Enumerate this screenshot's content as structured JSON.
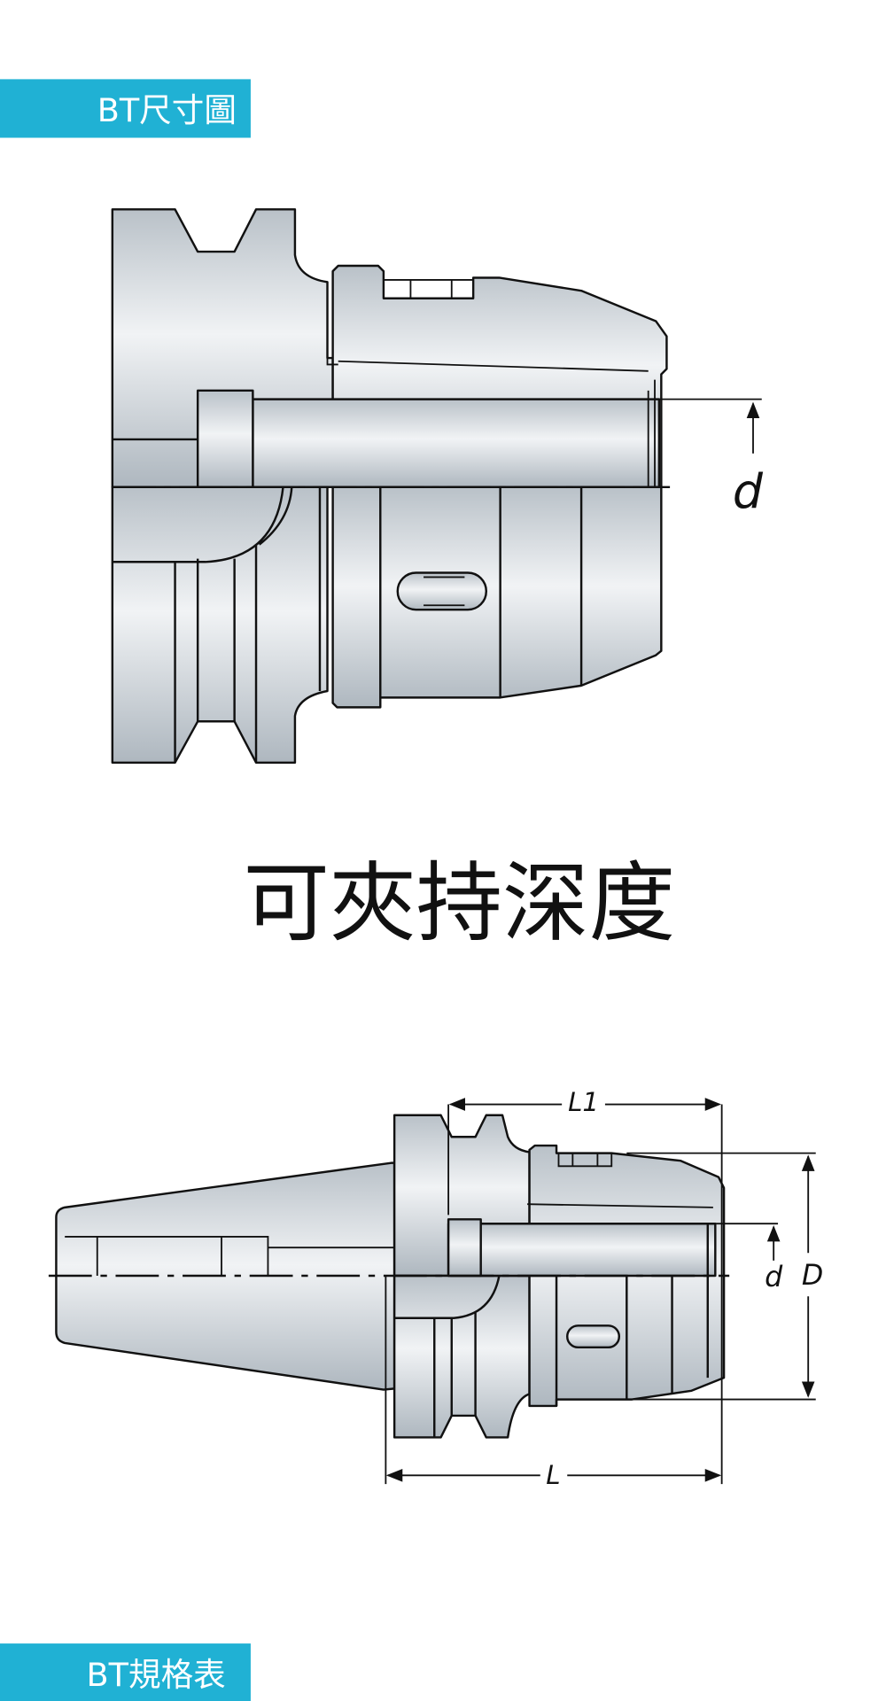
{
  "sections": {
    "dimension_drawing_header": "BT尺寸圖",
    "spec_table_header": "BT規格表"
  },
  "top_drawing": {
    "caption": "可夾持深度",
    "label_d": "d"
  },
  "bottom_drawing": {
    "label_L1": "L1",
    "label_L": "L",
    "label_d": "d",
    "label_D": "D"
  },
  "colors": {
    "header_bar": "#20b1d4",
    "metal_light": "#f1f3f5",
    "metal_dark": "#aeb7bf"
  }
}
